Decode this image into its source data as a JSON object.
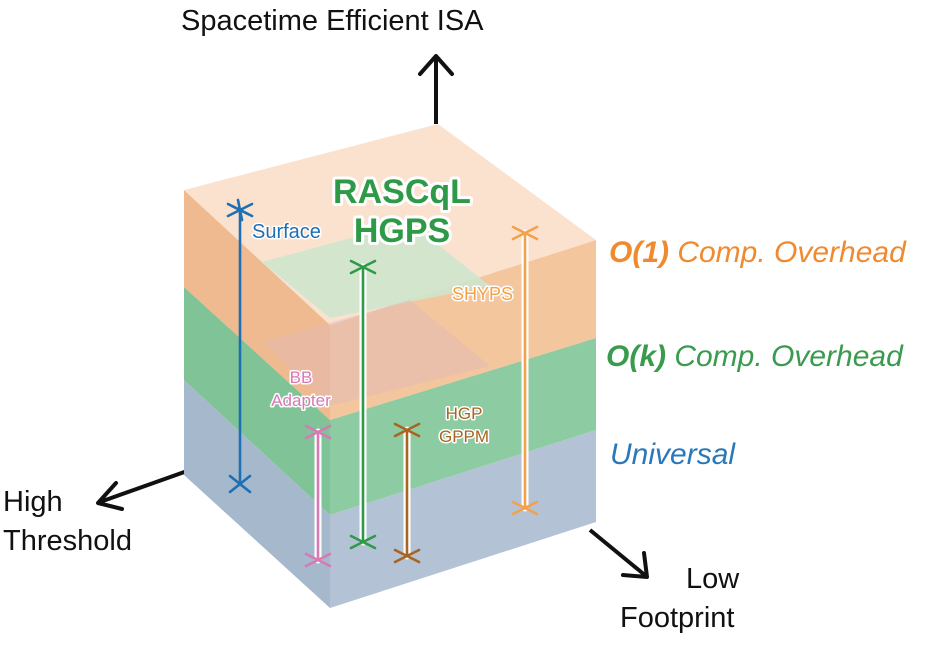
{
  "axes": {
    "top_label": "Spacetime Efficient ISA",
    "left_label_line1": "High",
    "left_label_line2": "Threshold",
    "right_label_line1": "Low",
    "right_label_line2": "Footprint"
  },
  "layers": [
    {
      "strong": "O(1)",
      "rest": " Comp. Overhead",
      "color": "#f08a30"
    },
    {
      "strong": "O(k)",
      "rest": " Comp. Overhead",
      "color": "#3a9a4e"
    },
    {
      "strong": "",
      "rest": "Universal",
      "color": "#2a78b8"
    }
  ],
  "codes": [
    {
      "lines": [
        "Surface"
      ],
      "color": "#1e6fb3"
    },
    {
      "lines": [
        "RASCqL",
        "HGPS"
      ],
      "color": "#2e9a48"
    },
    {
      "lines": [
        "SHYPS"
      ],
      "color": "#f5a04a"
    },
    {
      "lines": [
        "BB",
        "Adapter"
      ],
      "color": "#d679b4"
    },
    {
      "lines": [
        "HGP",
        "GPPM"
      ],
      "color": "#a86420"
    }
  ]
}
